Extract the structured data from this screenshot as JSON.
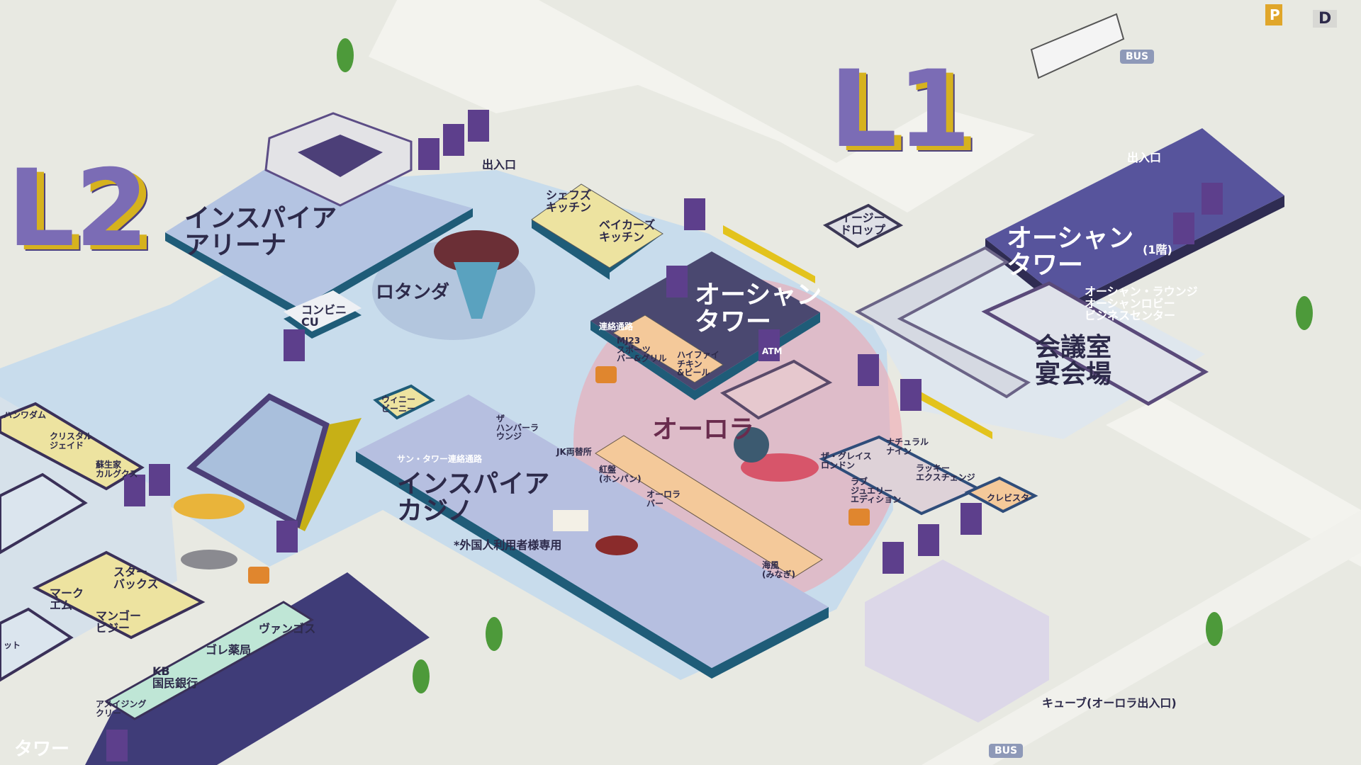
{
  "levels": {
    "l2": "L2",
    "l1": "L1"
  },
  "arena": {
    "name": "インスパイア\nアリーナ",
    "entrance": "出入口"
  },
  "rotunda": "ロタンダ",
  "convenience": "コンビニ\nCU",
  "kitchens": {
    "chefs": "シェフズ\nキッチン",
    "bakers": "ベイカーズ\nキッチン"
  },
  "easy_drop": "イージー\nドロップ",
  "ocean_tower_mid": {
    "name": "オーシャン\nタワー",
    "passage": "連絡通路",
    "mj23": "MJ23\nスポーツ\nバー&グリル",
    "hifi": "ハイファイ\nチキン\n&ビール",
    "atm": "ATM"
  },
  "ocean_tower_main": {
    "name": "オーシャン\nタワー",
    "floor": "(1階)",
    "facilities": "オーシャン・ラウンジ\nオーシャンロビー\nビジネスセンター",
    "entrance": "出入口",
    "conference": "会議室\n宴会場"
  },
  "casino": {
    "name": "インスパイア\nカジノ",
    "passage": "サン・タワー連絡通路",
    "note": "*外国人利用者様専用",
    "winnie": "ウィニー\nビーニー"
  },
  "aurora": {
    "name": "オーロラ",
    "hamburger": "ザ\nハンバーラ\nウンジ",
    "exchange": "JK両替所",
    "honpan": "紅盤\n(ホンパン)",
    "aurora_bar": "オーロラ\nバー",
    "minagi": "海風\n(みなぎ)"
  },
  "east_shops": {
    "grace": "ザ・グレイス\nロンドン",
    "love": "ラブ\nジュエリー\nエディション",
    "natural": "ナチュラル\nナイン",
    "lucky": "ラッキー\nエクスチェンジ",
    "crevista": "クレビスタ"
  },
  "west_shops": {
    "hanwadam": "ハンワダム",
    "crystal": "クリスタル\nジェイド",
    "kalguksu": "蘇生家\nカルグクス",
    "starbucks": "スター\nバックス",
    "markm": "マーク\nエム",
    "mango": "マンゴー\nピジー",
    "vangos": "ヴァンゴス",
    "gore": "ゴレ薬局",
    "kb": "KB\n国民銀行",
    "amazing": "アメイジング\nクリー",
    "partial": "ット",
    "tower_partial": "タワー"
  },
  "cube": "キューブ(オーロラ出入口)",
  "bus_signs": [
    "BUS",
    "BUS"
  ],
  "parking": "P",
  "dropoff": "D",
  "colors": {
    "background": "#e8e9e2",
    "floor": "#c8dcec",
    "aurora_circle": "#f1a3ad",
    "tower_dark": "#4a4870",
    "tower_main": "#57549c",
    "shop_yellow": "#efe6a6",
    "shop_orange": "#f4c99a",
    "icon_purple": "#5d3f8c"
  }
}
